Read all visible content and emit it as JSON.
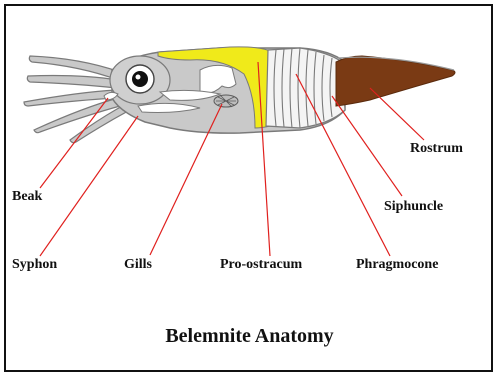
{
  "diagram": {
    "title": "Belemnite Anatomy",
    "labels": {
      "beak": "Beak",
      "syphon": "Syphon",
      "gills": "Gills",
      "pro_ostracum": "Pro-ostracum",
      "phragmocone": "Phragmocone",
      "siphuncle": "Siphuncle",
      "rostrum": "Rostrum"
    },
    "colors": {
      "body": "#c9c9c9",
      "outline": "#7a7a7a",
      "pro_ostracum": "#f0ea1a",
      "rostrum": "#7a3a14",
      "leader_lines": "#e0201e",
      "border": "#111111"
    }
  }
}
